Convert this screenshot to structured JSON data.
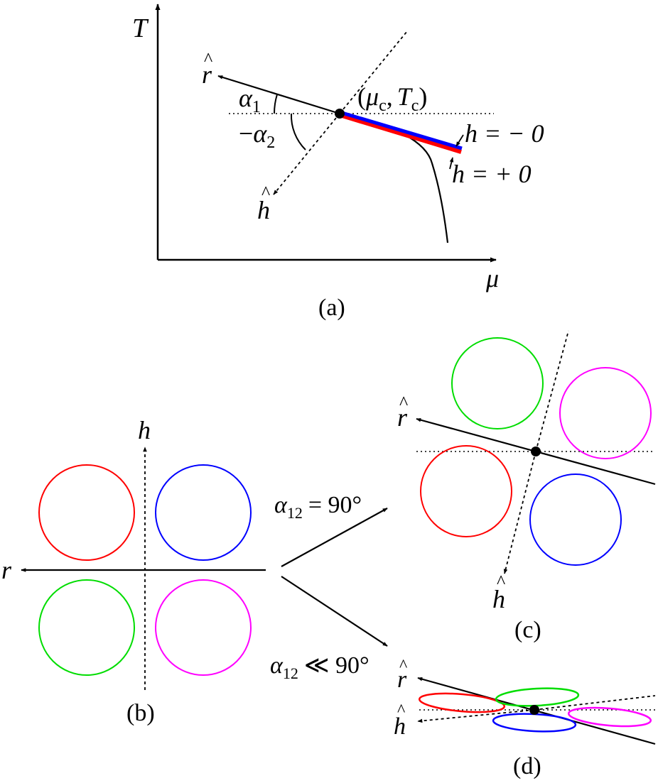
{
  "panel_a": {
    "axis_y": "T",
    "axis_x": "μ",
    "r_hat": "r",
    "h_hat": "h",
    "hat_mark": "^",
    "alpha": "α",
    "sub1": "1",
    "sub2": "2",
    "minus": "−",
    "crit_open": "(",
    "crit_mu": "μ",
    "crit_sub": "c",
    "crit_comma": ",",
    "crit_T": "T",
    "crit_close": ")",
    "h_minus_0": "h = − 0",
    "h_plus_0": "h = + 0",
    "panel_label": "(a)",
    "colors": {
      "upper_line": "#0000ff",
      "lower_line": "#ff0000"
    }
  },
  "panel_b": {
    "axis_h": "h",
    "axis_r": "r",
    "panel_label": "(b)",
    "circle_colors": [
      "#ff0000",
      "#0000ff",
      "#00dd00",
      "#ff00ff"
    ]
  },
  "arrows": {
    "alpha": "α",
    "sub": "12",
    "upper_rel": "= 90°",
    "lower_rel": "≪ 90°"
  },
  "panel_c": {
    "r_hat": "r",
    "h_hat": "h",
    "hat_mark": "^",
    "panel_label": "(c)",
    "circle_colors": [
      "#00dd00",
      "#ff00ff",
      "#ff0000",
      "#0000ff"
    ]
  },
  "panel_d": {
    "r_hat": "r",
    "h_hat": "h",
    "hat_mark": "^",
    "panel_label": "(d)",
    "ellipse_colors": [
      "#ff0000",
      "#00dd00",
      "#0000ff",
      "#ff00ff"
    ]
  }
}
